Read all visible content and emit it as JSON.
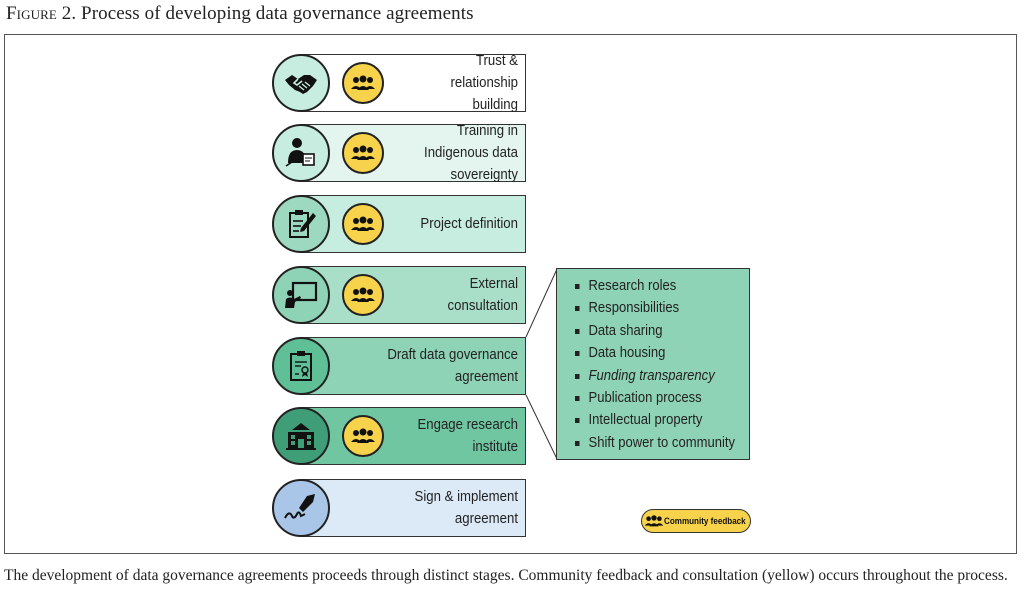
{
  "figure": {
    "number": "Figure 2.",
    "title": "Process of developing data governance agreements"
  },
  "stages": [
    {
      "id": "trust",
      "label": "Trust & relationship building",
      "icon": "handshake-icon",
      "circle_color": "#c7ece0",
      "box_color": "#ffffff",
      "community_feedback": true
    },
    {
      "id": "training",
      "label": "Training in Indigenous data sovereignty",
      "icon": "presenter-icon",
      "circle_color": "#c7ece0",
      "box_color": "#e3f5ee",
      "community_feedback": true
    },
    {
      "id": "definition",
      "label": "Project definition",
      "icon": "clipboard-pencil-icon",
      "circle_color": "#9dd8c0",
      "box_color": "#c7ece0",
      "community_feedback": true
    },
    {
      "id": "consultation",
      "label": "External consultation",
      "icon": "whiteboard-icon",
      "circle_color": "#8fd3b7",
      "box_color": "#a9dfc9",
      "community_feedback": true
    },
    {
      "id": "draft",
      "label": "Draft data governance agreement",
      "icon": "certificate-icon",
      "circle_color": "#5fbf97",
      "box_color": "#8fd3b7",
      "community_feedback": false
    },
    {
      "id": "engage",
      "label": "Engage research institute",
      "icon": "institute-icon",
      "circle_color": "#3f9e78",
      "box_color": "#6fc6a1",
      "community_feedback": true
    },
    {
      "id": "sign",
      "label": "Sign & implement agreement",
      "icon": "signature-pen-icon",
      "circle_color": "#a9c6e8",
      "box_color": "#dce9f6",
      "community_feedback": false
    }
  ],
  "agreement_components": [
    "Research roles",
    "Responsibilities",
    "Data sharing",
    "Data housing",
    "Funding transparency",
    "Publication process",
    "Intellectual property",
    "Shift power to community"
  ],
  "legend": {
    "label": "Community feedback",
    "color": "#f7d34c",
    "icon": "community-icon"
  },
  "caption": "The development of data governance agreements proceeds through distinct stages. Community feedback and consultation (yellow) occurs throughout the process.",
  "colors": {
    "community": "#f7d34c",
    "components_box": "#8fd3b7",
    "outline": "#222222"
  }
}
